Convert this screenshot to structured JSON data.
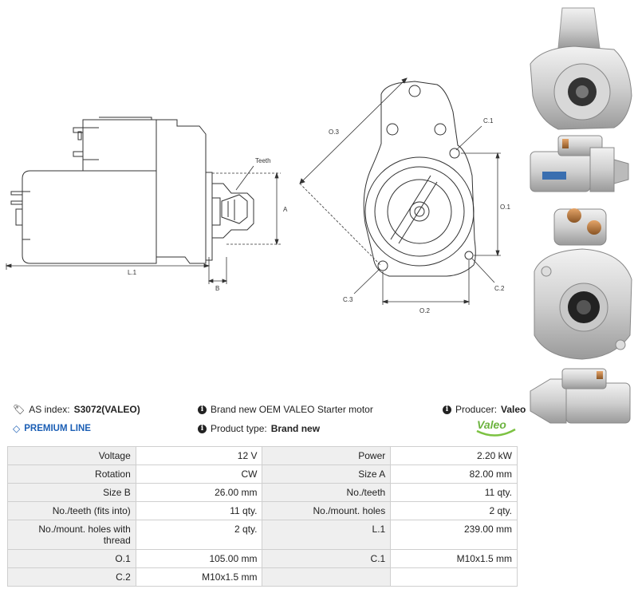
{
  "drawing": {
    "labels": {
      "teeth": "Teeth",
      "a": "A",
      "b": "B",
      "l1": "L.1",
      "o3": "O.3",
      "o1": "O.1",
      "o2": "O.2",
      "c1": "C.1",
      "c2": "C.2",
      "c3": "C.3"
    }
  },
  "info": {
    "as_index_label": "AS index:",
    "as_index_value": "S3072(VALEO)",
    "premium_line": "PREMIUM LINE",
    "description": "Brand new OEM VALEO Starter motor",
    "product_type_label": "Product type:",
    "product_type_value": "Brand new",
    "producer_label": "Producer:",
    "producer_value": "Valeo",
    "logo_text": "Valeo"
  },
  "specs": [
    {
      "l1": "Voltage",
      "v1": "12 V",
      "l2": "Power",
      "v2": "2.20 kW"
    },
    {
      "l1": "Rotation",
      "v1": "CW",
      "l2": "Size A",
      "v2": "82.00 mm"
    },
    {
      "l1": "Size B",
      "v1": "26.00 mm",
      "l2": "No./teeth",
      "v2": "11 qty."
    },
    {
      "l1": "No./teeth (fits into)",
      "v1": "11 qty.",
      "l2": "No./mount. holes",
      "v2": "2 qty."
    },
    {
      "l1": "No./mount. holes with thread",
      "v1": "2 qty.",
      "l2": "L.1",
      "v2": "239.00 mm"
    },
    {
      "l1": "O.1",
      "v1": "105.00 mm",
      "l2": "C.1",
      "v2": "M10x1.5 mm"
    },
    {
      "l1": "C.2",
      "v1": "M10x1.5 mm",
      "l2": "",
      "v2": ""
    }
  ],
  "icons": [
    "tag-icon",
    "info-icon",
    "diamond-icon"
  ]
}
